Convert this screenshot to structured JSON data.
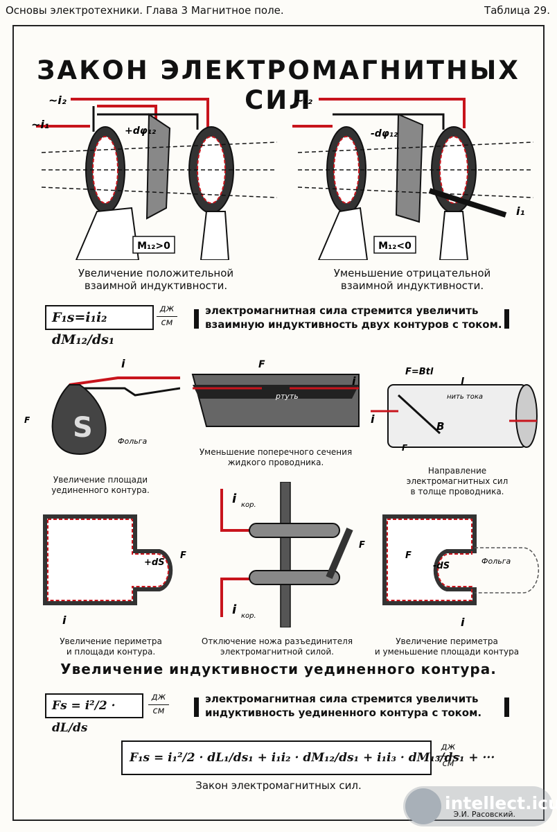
{
  "header": {
    "left": "Основы электротехники. Глава 3 Магнитное поле.",
    "right": "Таблица 29."
  },
  "title": "ЗАКОН ЭЛЕКТРОМАГНИТНЫХ СИЛ",
  "top_figures": {
    "left": {
      "i2": "~i₂",
      "i1": "~i₁",
      "dphi": "+dφ₁₂",
      "m_box": "M₁₂>0",
      "caption": "Увеличение положительной\nвзаимной индуктивности."
    },
    "right": {
      "i2": "~i₂",
      "i1": "i₁",
      "dphi": "-dφ₁₂",
      "m_box": "M₁₂<0",
      "caption": "Уменьшение отрицательной\nвзаимной индуктивности."
    }
  },
  "formula1": {
    "text": "F₁s=i₁i₂ dM₁₂/ds₁",
    "unit_top": "дж",
    "unit_bottom": "см",
    "statement": "электромагнитная сила стремится увеличить\nвзаимную индуктивность двух контуров с током."
  },
  "middle_figures": {
    "fig1": {
      "caption": "Увеличение площади\nуединенного контура.",
      "foil": "Фольга",
      "i": "i",
      "f": "F"
    },
    "fig2": {
      "caption": "Уменьшение поперечного сечения\nжидкого проводника.",
      "label": "ртуть",
      "i": "i",
      "f": "F"
    },
    "fig3": {
      "caption": "Направление\nэлектромагнитных сил\nв толще проводника.",
      "fbtl": "F=Btl",
      "l": "l",
      "thread": "нить тока",
      "b": "B",
      "i": "i",
      "f": "F"
    }
  },
  "lower_figures": {
    "fig4": {
      "caption": "Увеличение периметра\nи площади контура.",
      "ds": "+dS",
      "f": "F",
      "i": "i"
    },
    "fig5": {
      "caption": "Отключение ножа разъединителя\nэлектромагнитной силой.",
      "i_label": "i",
      "sub": "кор.",
      "f": "F"
    },
    "fig6": {
      "caption": "Увеличение периметра\nи уменьшение площади контура",
      "ds": "-dS",
      "foil": "Фольга",
      "f": "F",
      "i": "i"
    }
  },
  "section2_title": "Увеличение индуктивности уединенного контура.",
  "formula2": {
    "text": "Fs = i²/2 · dL/ds",
    "unit_top": "дж",
    "unit_bottom": "см",
    "statement": "электромагнитная сила стремится увеличить\nиндуктивность уединенного контура с током."
  },
  "formula3": {
    "text": "F₁s = i₁²/2 · dL₁/ds₁ + i₁i₂ · dM₁₂/ds₁ + i₁i₃ · dM₁₃/ds₁ + ···",
    "unit_top": "дж",
    "unit_bottom": "см"
  },
  "bottom_caption": "Закон электромагнитных сил.",
  "author": "Э.И. Расовский.",
  "watermark": "intellect.icu",
  "colors": {
    "accent_red": "#c8141c",
    "ink": "#111111",
    "paper": "#fdfcf8"
  }
}
